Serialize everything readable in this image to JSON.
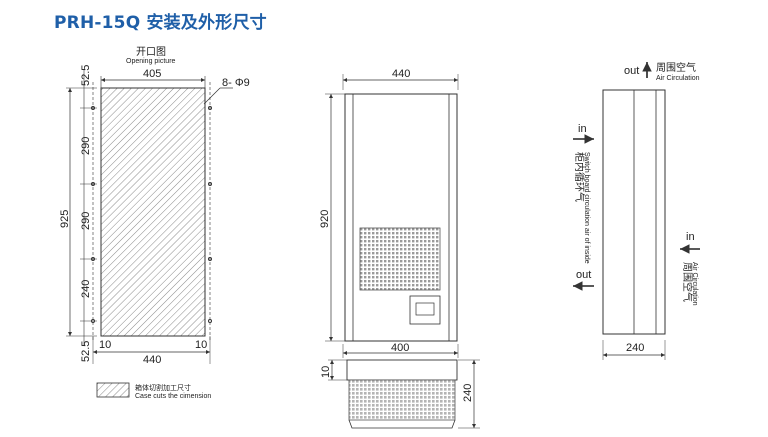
{
  "title": "PRH-15Q 安装及外形尺寸",
  "opening": {
    "title_cn": "开口图",
    "title_en": "Opening picture",
    "hole_label": "8- Φ9",
    "dim_top": "405",
    "dim_bottom": "440",
    "dim_left_total": "925",
    "dim_left_top": "52.5",
    "dim_left_290a": "290",
    "dim_left_290b": "290",
    "dim_left_240": "240",
    "dim_left_bottom": "52.5",
    "dim_margin_left": "10",
    "dim_margin_right": "10"
  },
  "legend": {
    "cn": "箱体切割加工尺寸",
    "en": "Case cuts the cimension"
  },
  "front": {
    "dim_width": "440",
    "dim_height": "920",
    "dim_base_width": "400",
    "dim_base_depth": "240",
    "dim_base_height": "10"
  },
  "side": {
    "out_top": "out",
    "out_top_cn": "周围空气",
    "out_top_en": "Air Circulation",
    "in_left": "in",
    "inside_cn": "柜内循环气",
    "inside_en": "Switch board circulation air of inside",
    "out_left": "out",
    "in_right": "in",
    "outside_cn": "周围空气",
    "outside_en": "Air Circulation",
    "dim_depth": "240"
  },
  "colors": {
    "title": "#1f5fa8",
    "line": "#333333",
    "hatch": "#777777",
    "grille": "#8a8a8a"
  }
}
